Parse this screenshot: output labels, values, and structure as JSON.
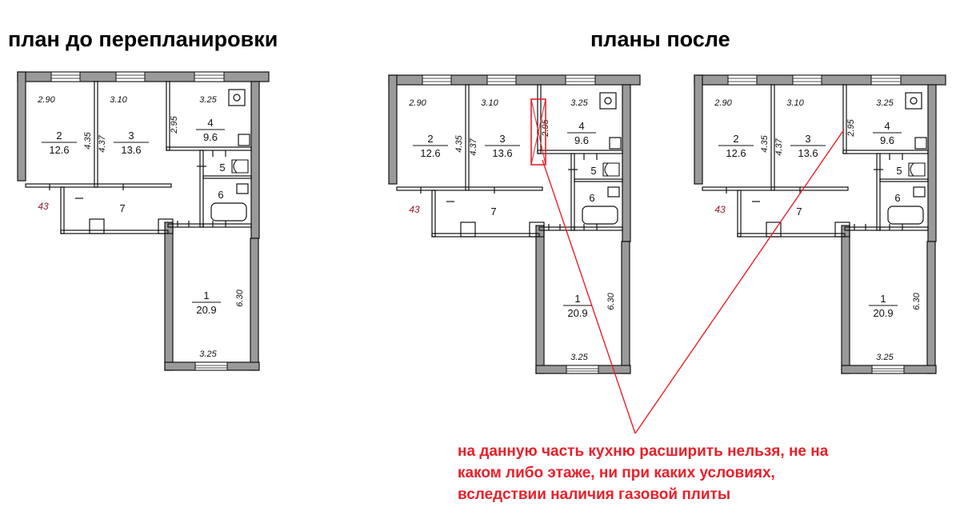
{
  "headings": {
    "before": "план до перепланировки",
    "after": "планы после"
  },
  "plan_labels": {
    "flat_number": "43",
    "rooms": [
      {
        "number": "1",
        "area": "20.9"
      },
      {
        "number": "2",
        "area": "12.6"
      },
      {
        "number": "3",
        "area": "13.6"
      },
      {
        "number": "4",
        "area": "9.6"
      },
      {
        "number": "5",
        "area": ""
      },
      {
        "number": "6",
        "area": ""
      },
      {
        "number": "7",
        "area": ""
      }
    ],
    "dimensions": {
      "room2_width": "2.90",
      "room3_width": "3.10",
      "room4_width": "3.25",
      "room2_depth": "4.35",
      "room3_depth": "4.37",
      "room4_depth": "2.95",
      "room1_depth": "6.30",
      "room1_width": "3.25"
    }
  },
  "note": {
    "lines": [
      "на данную часть кухню расширить нельзя, не на",
      "каком либо этаже, ни при каких условиях,",
      "вследствии наличия газовой плиты"
    ]
  },
  "colors": {
    "wall": "#9a9a9a",
    "line": "#111111",
    "note": "#e8202a",
    "flat_number": "#8b1c2c",
    "highlight": "#e8202a"
  }
}
